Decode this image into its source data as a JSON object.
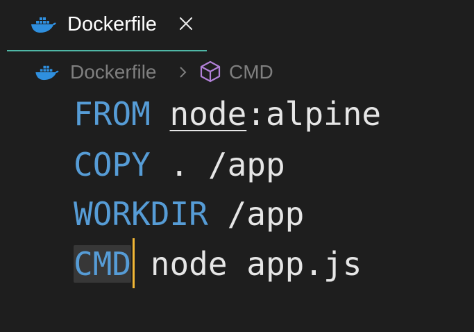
{
  "tab": {
    "label": "Dockerfile",
    "icon": "docker-whale-icon",
    "close_icon": "close-icon",
    "accent_color": "#4fb7a6"
  },
  "breadcrumb": {
    "file": "Dockerfile",
    "separator_icon": "chevron-right-icon",
    "symbol_icon": "cube-symbol-icon",
    "symbol": "CMD",
    "symbol_icon_color": "#b180d7"
  },
  "editor": {
    "lines": [
      {
        "keyword": "FROM",
        "space": " ",
        "arg_underlined": "node",
        "arg_rest": ":alpine"
      },
      {
        "keyword": "COPY",
        "space": " ",
        "arg": ". /app"
      },
      {
        "keyword": "WORKDIR",
        "space": " ",
        "arg": "/app"
      },
      {
        "keyword": "CMD",
        "space": " ",
        "arg": "node app.js"
      }
    ],
    "keyword_color": "#569cd6",
    "cursor_color": "#f2b735"
  }
}
